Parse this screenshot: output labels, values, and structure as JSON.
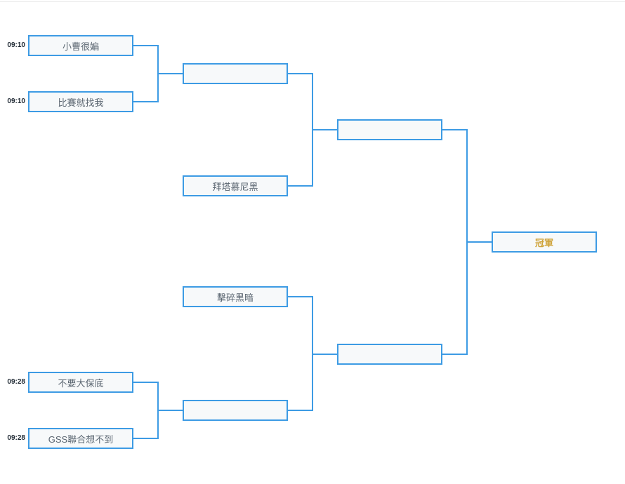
{
  "colors": {
    "bracket_blue": "#3d9be4",
    "box_fill": "#f7f9fa",
    "team_text": "#5a6570",
    "time_text": "#1f2933",
    "champion_gold": "#cfa43b",
    "background": "#ffffff"
  },
  "bracket": {
    "round1": [
      {
        "time": "09:10",
        "team": "小曹很媥"
      },
      {
        "time": "09:10",
        "team": "比賽就找我"
      },
      {
        "time": "09:28",
        "team": "不要大保底"
      },
      {
        "time": "09:28",
        "team": "GSS聯合想不到"
      }
    ],
    "round2": [
      {
        "team": ""
      },
      {
        "team": "拜塔慕尼黑"
      },
      {
        "team": "擊碎黑暗"
      },
      {
        "team": ""
      }
    ],
    "semifinals": [
      {
        "team": ""
      },
      {
        "team": ""
      }
    ],
    "final": {
      "label": "冠軍"
    }
  }
}
